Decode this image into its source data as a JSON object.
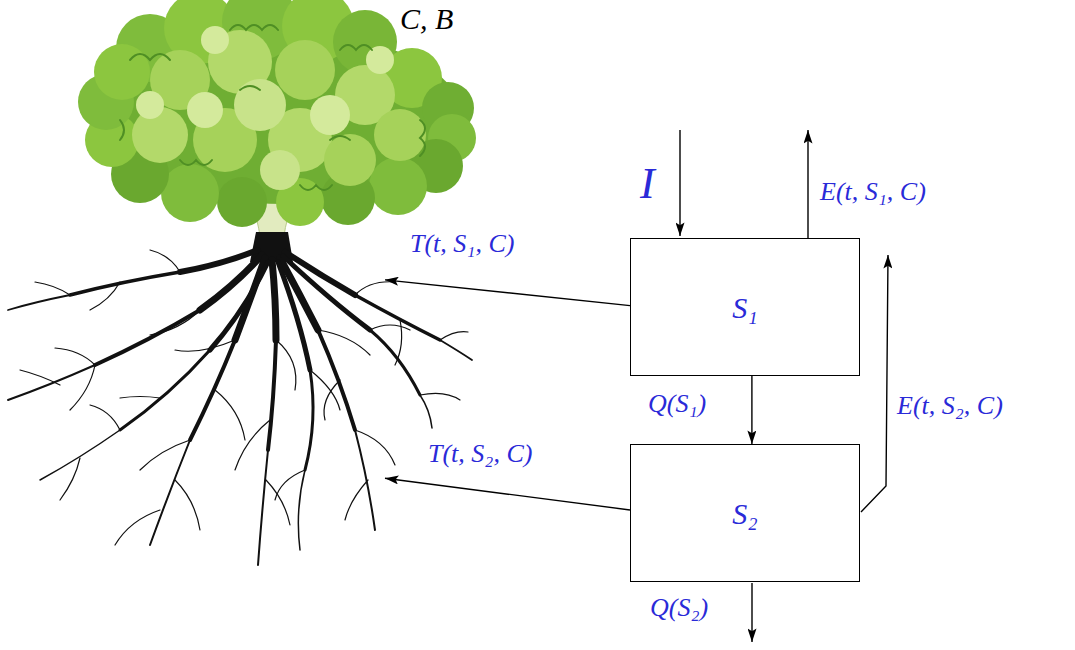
{
  "diagram": {
    "nodes": [
      {
        "text": [
          "C, B"
        ]
      },
      {
        "text": [
          "S₁"
        ]
      },
      {
        "text": [
          "S₂"
        ]
      }
    ],
    "edges": [
      {
        "from": 1,
        "to": 0,
        "arrow": "to",
        "label": "T(t, S₁, C)"
      },
      {
        "from": 2,
        "to": 0,
        "arrow": "to",
        "label": "T(t, S₂, C)"
      },
      {
        "from": 1,
        "to": 2,
        "arrow": "to",
        "label": "Q(S₁)"
      }
    ],
    "labels": [
      "I",
      "E(t, S₁, C)",
      "E(t, S₂, C)",
      "Q(S₂)"
    ]
  }
}
